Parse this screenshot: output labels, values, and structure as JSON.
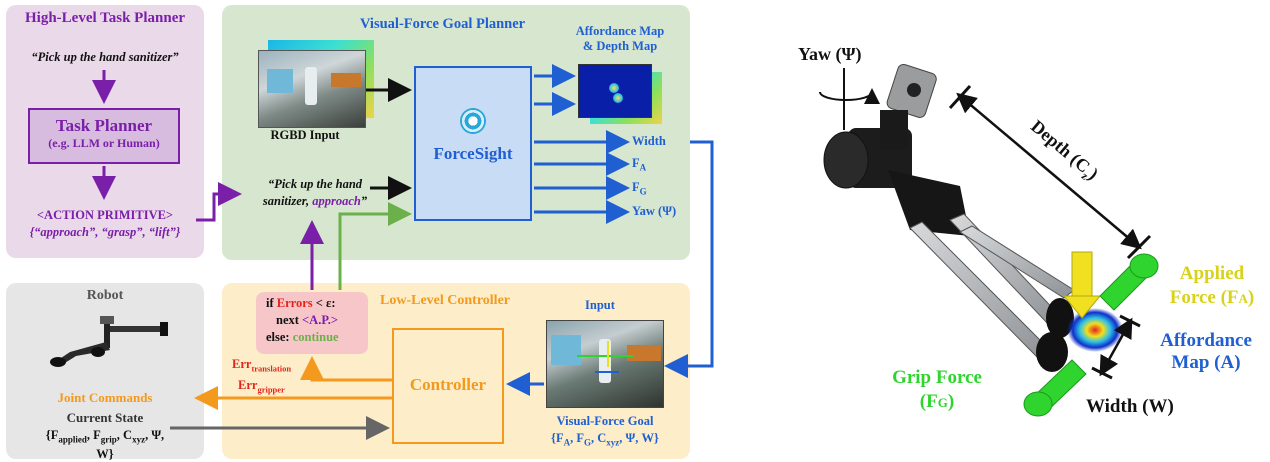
{
  "task_planner_panel": {
    "title": "High-Level Task Planner",
    "instruction": "“Pick up the hand sanitizer”",
    "box_title": "Task Planner",
    "box_sub": "(e.g. LLM or Human)",
    "action_primitive": "<ACTION PRIMITIVE>",
    "primitives": "{“approach”, “grasp”, “lift”}"
  },
  "goal_planner_panel": {
    "title": "Visual-Force Goal Planner",
    "rgbd_label": "RGBD Input",
    "affordance_label_1": "Affordance Map",
    "affordance_label_2": "& Depth Map",
    "model_name": "ForceSight",
    "prompt_line1": "“Pick up the hand",
    "prompt_line2_a": "sanitizer, ",
    "prompt_line2_b": "approach",
    "prompt_line2_c": "”",
    "outputs": [
      "Width",
      "F",
      "F",
      "Yaw (Ψ)"
    ],
    "output_subs": [
      "",
      "A",
      "G",
      ""
    ]
  },
  "robot_panel": {
    "title": "Robot",
    "joint_commands": "Joint Commands",
    "current_state": "Current State",
    "state_vector": "{F",
    "state_sub_1": "applied",
    "state_mid_1": ", F",
    "state_sub_2": "grip",
    "state_mid_2": ", C",
    "state_sub_3": "xyz",
    "state_end": ", Ψ,",
    "state_line2": "W}"
  },
  "controller_panel": {
    "title": "Low-Level Controller",
    "cond_if": "if ",
    "cond_errors": "Errors",
    "cond_rest": " < ε:",
    "cond_next": "next ",
    "cond_ap": "<A.P.>",
    "cond_else": "else: ",
    "cond_continue": "continue",
    "err_translation": "Err",
    "err_translation_sub": "translation",
    "err_gripper": "Err",
    "err_gripper_sub": "gripper",
    "controller_label": "Controller",
    "input_label": "Input",
    "goal_label": "Visual-Force Goal",
    "goal_vector": "{F",
    "goal_sub_1": "A",
    "goal_mid_1": ", F",
    "goal_sub_2": "G",
    "goal_mid_2": ", C",
    "goal_sub_3": "xyz",
    "goal_end": ", Ψ, W}"
  },
  "gripper_figure": {
    "yaw_label": "Yaw (Ψ)",
    "depth_label": "Depth (C",
    "depth_sub": "z",
    "depth_end": ")",
    "applied_1": "Applied",
    "applied_2": "Force (F",
    "applied_sub": "A",
    "applied_end": ")",
    "affordance_1": "Affordance",
    "affordance_2": "Map (A)",
    "grip_1": "Grip Force",
    "grip_2": "(F",
    "grip_sub": "G",
    "grip_end": ")",
    "width_label": "Width (W)"
  },
  "colors": {
    "purple": "#7a1fa8",
    "blue": "#1f5fd1",
    "orange": "#f39a1e",
    "red": "#e3241b",
    "green": "#6bb04a",
    "yellow_force": "#d8d21a",
    "green_force": "#2fd42f"
  }
}
